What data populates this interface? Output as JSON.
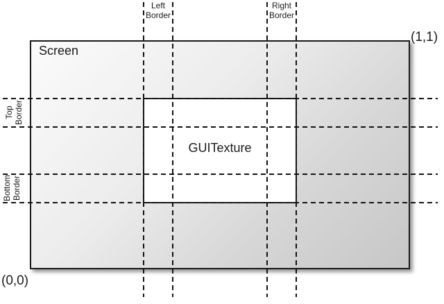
{
  "figure": {
    "screen": {
      "label": "Screen",
      "origin_corner": "(0,0)",
      "far_corner": "(1,1)"
    },
    "texture": {
      "label": "GUITexture"
    },
    "borders": {
      "left": {
        "line1": "Left",
        "line2": "Border"
      },
      "right": {
        "line1": "Right",
        "line2": "Border"
      },
      "top": {
        "line1": "Top",
        "line2": "Border"
      },
      "bottom": {
        "line1": "Bottom",
        "line2": "Border"
      }
    }
  },
  "colors": {
    "background": "#ffffff",
    "line": "#111111",
    "screen_gradient_start": "#fbfbfb",
    "screen_gradient_end": "#c7c7c7",
    "texture_fill": "#ffffff",
    "shadow": "rgba(0,0,0,0.40)"
  }
}
